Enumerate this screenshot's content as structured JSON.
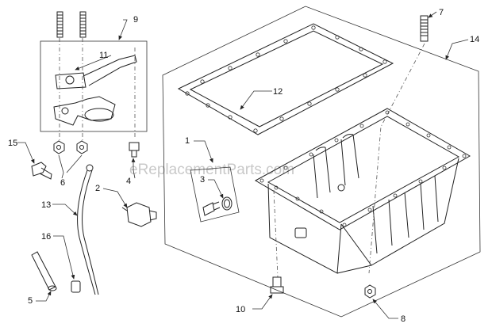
{
  "watermark": "eReplacementParts.com",
  "callouts": {
    "c1": "1",
    "c2": "2",
    "c3": "3",
    "c4": "4",
    "c5": "5",
    "c6": "6",
    "c7": "7",
    "c8": "8",
    "c9": "9",
    "c10": "10",
    "c11": "11",
    "c12": "12",
    "c13": "13",
    "c14": "14",
    "c15": "15",
    "c16": "16"
  }
}
